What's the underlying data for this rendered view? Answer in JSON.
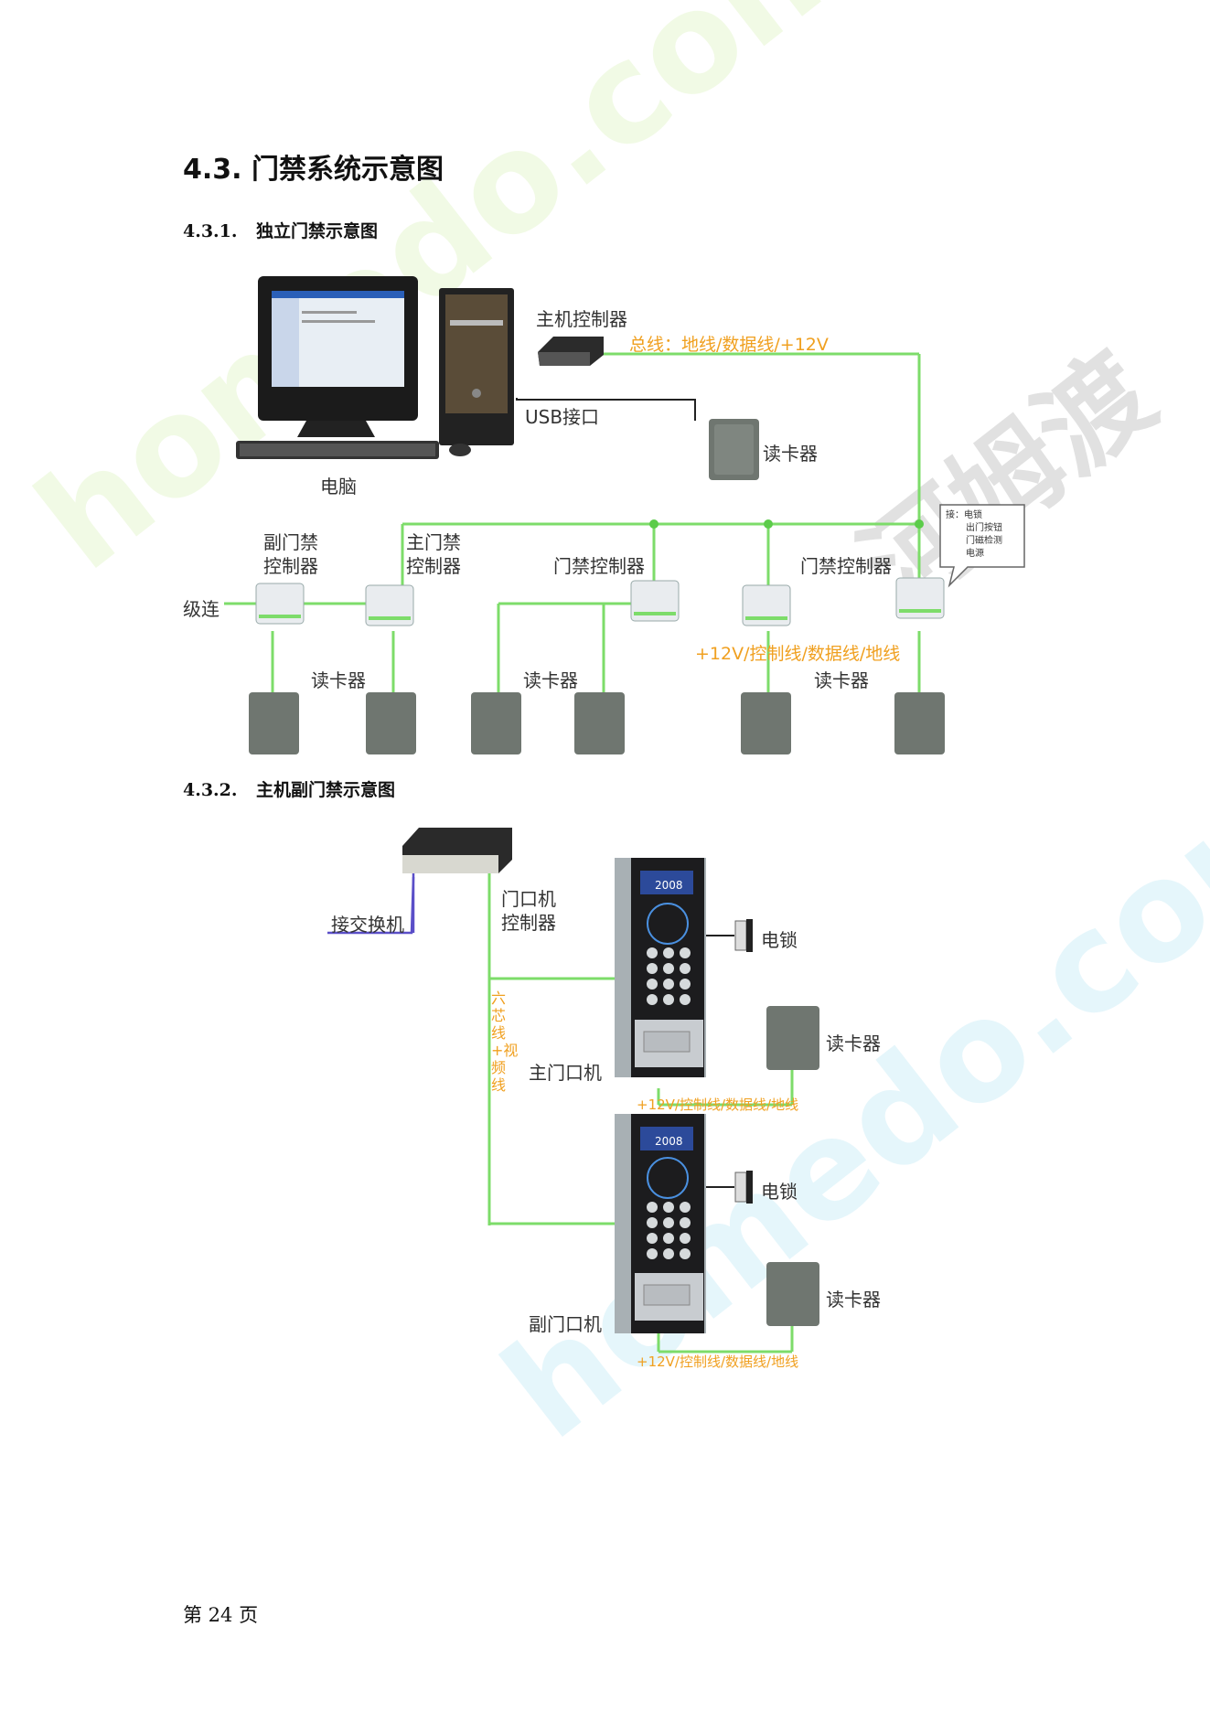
{
  "heading": "4.3. 门禁系统示意图",
  "section1": {
    "num": "4.3.1.",
    "title": "独立门禁示意图"
  },
  "section2": {
    "num": "4.3.2.",
    "title": "主机副门禁示意图"
  },
  "diagram1": {
    "host_controller": "主机控制器",
    "bus_label": "总线：地线/数据线/+12V",
    "usb_label": "USB接口",
    "reader_top": "读卡器",
    "computer": "电脑",
    "sub_controller": [
      "副门禁",
      "控制器"
    ],
    "main_controller": [
      "主门禁",
      "控制器"
    ],
    "controller_a": "门禁控制器",
    "controller_b": "门禁控制器",
    "cascade": "级连",
    "callout": [
      "接：电锁",
      "出门按钮",
      "门磁检测",
      "电源"
    ],
    "wire_label": "+12V/控制线/数据线/地线",
    "reader_1": "读卡器",
    "reader_2": "读卡器",
    "reader_3": "读卡器"
  },
  "diagram2": {
    "switch": "接交换机",
    "door_controller": [
      "门口机",
      "控制器"
    ],
    "six_core": "六芯线+视频线",
    "main_unit": "主门口机",
    "sub_unit": "副门口机",
    "lock_1": "电锁",
    "lock_2": "电锁",
    "reader_1": "读卡器",
    "reader_2": "读卡器",
    "wire_1": "+12V/控制线/数据线/地线",
    "wire_2": "+12V/控制线/数据线/地线",
    "screen_1": "2008",
    "screen_2": "2008"
  },
  "footer": "第 24 页",
  "watermark": [
    "homedo.com",
    "河姆渡"
  ],
  "colors": {
    "wire_green": "#7ddc6a",
    "label_orange": "#f0a020",
    "device_grey": "#6f7670"
  }
}
